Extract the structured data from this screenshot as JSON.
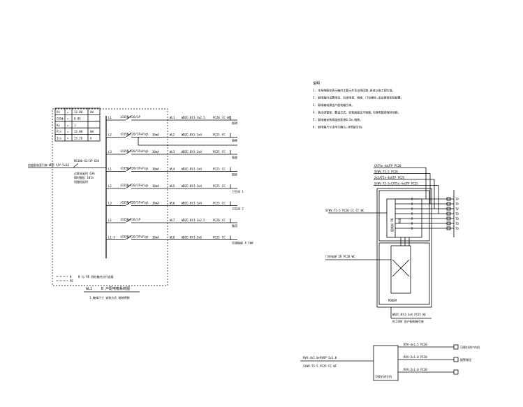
{
  "panel": {
    "params": [
      {
        "name": "Pe",
        "value": "13.80",
        "unit": "kW"
      },
      {
        "name": "COSΦ",
        "value": "0.85",
        "unit": ""
      },
      {
        "name": "Kx",
        "value": "1",
        "unit": ""
      },
      {
        "name": "Pjs",
        "value": "13.80",
        "unit": "kW"
      },
      {
        "name": "Ijs",
        "value": "23.26",
        "unit": "A"
      }
    ],
    "incoming_label": "由变配电室引来",
    "incoming_cable": "WDZ-YJY-5x16",
    "main_breaker": "NS100-63/3P 63A",
    "breaker_notes": [
      "过载长延时 63A",
      "瞬时脱扣 10In",
      "短路短延时"
    ],
    "ground": [
      "N",
      "PE"
    ],
    "ground_note": "N 与 PE 线在箱内分开连接",
    "name": "AL1",
    "title": "B 户配电箱系统图",
    "subtitle": "1.箱体尺寸  安装方式  暗装明装",
    "circuits": [
      {
        "phase": "L1",
        "breaker": "iC65N-C16/1P",
        "rcd": "",
        "id": "WL1",
        "cable": "WDZC-BYJ-3x2.5",
        "conduit": "PC20",
        "install": "CC WC",
        "use": "照明"
      },
      {
        "phase": "L2",
        "breaker": "iC65N-C20/1P+Vigi",
        "rcd": "30mA",
        "id": "WL2",
        "cable": "WDZC-BYJ-3x4",
        "conduit": "PC25",
        "install": "FC",
        "use": "插座"
      },
      {
        "phase": "L3",
        "breaker": "iC65N-C20/1P+Vigi",
        "rcd": "30mA",
        "id": "WL3",
        "cable": "WDZC-BYJ-3x4",
        "conduit": "PC25",
        "install": "FC",
        "use": "插座"
      },
      {
        "phase": "L1",
        "breaker": "iC65N-C20/1P+Vigi",
        "rcd": "30mA",
        "id": "WL4",
        "cable": "WDZC-BYJ-3x4",
        "conduit": "PC25",
        "install": "CC",
        "use": "厨房"
      },
      {
        "phase": "L2",
        "breaker": "iC65N-C20/1P+Vigi",
        "rcd": "30mA",
        "id": "WL5",
        "cable": "WDZC-BYJ-3x4",
        "conduit": "PC25",
        "install": "CC",
        "use": "卫生间 1"
      },
      {
        "phase": "L3",
        "breaker": "iC65N-C20/1P+Vigi",
        "rcd": "30mA",
        "id": "WL6",
        "cable": "WDZC-BYJ-3x4",
        "conduit": "PC25",
        "install": "CC",
        "use": "卫生间 2"
      },
      {
        "phase": "L1",
        "breaker": "iC65N-C16/1P",
        "rcd": "",
        "id": "WL7",
        "cable": "WDZC-BYJ-3x2.5",
        "conduit": "PC20",
        "install": "CC",
        "use": "备用"
      },
      {
        "phase": "L1-3",
        "breaker": "iC65N-C16/3P+Vigi",
        "rcd": "30mA",
        "id": "WL8",
        "cable": "WDZC-BYJ-5x6",
        "conduit": "PC25",
        "install": "FC",
        "use": "空调插座 4.5kW"
      }
    ]
  },
  "notes": {
    "heading": "说明",
    "items": [
      "1. 本系统图仅表示箱内主要元件及出线回路,具体以施工图为准。",
      "2. 弱电箱内设置电话、有线电视、网络、门铃模块,由运营商安装配置。",
      "3. 弱电箱电源由户配电箱引来。",
      "4. 各出线管径、敷设方式、安装高度见平面图,与强电管线保持间距。",
      "5. 弱电箱安装高度底距地0.5m,暗装。",
      "6. 弱电箱尺寸由甲方确认,并预留空间。"
    ]
  },
  "weak_box": {
    "top_labels": [
      "CAT5e-4xUTP PC20",
      "SYWV-75-5 PC20",
      "2xCAT5e-4xUTP PC25",
      "SYWV-75-5+CAT5e-4xUTP PC25"
    ],
    "left_cable": "SYWV-75-5 PC20 CC CT WC",
    "door_label": "门铃电源 ZR PC20 WC",
    "switch_label": "HUB",
    "patch_label": "配线架 PB",
    "tv_label": "PAT",
    "bottom_label": "MODEM",
    "bottom_cable": "WDZC-BYJ-3x4 PC25 WC",
    "bottom_note": "AC220V 由户配电箱引来",
    "outlets": [
      "TP",
      "TP",
      "TV",
      "TO",
      "TO",
      "TO",
      "TO"
    ]
  },
  "security": {
    "box_label": "可视对讲主机",
    "input1": "RVV-4x1.0+RVVP-2x1.0",
    "input2": "SYWV-75-5 PC25 CC WC",
    "outputs": [
      {
        "cable": "RVV-4x1.5 PC20",
        "label": "可视对讲户内机"
      },
      {
        "cable": "RVV-2x1.0 PC20",
        "label": "报警按钮"
      },
      {
        "cable": "RVV-2x1.0 PC20",
        "label": ""
      }
    ]
  }
}
